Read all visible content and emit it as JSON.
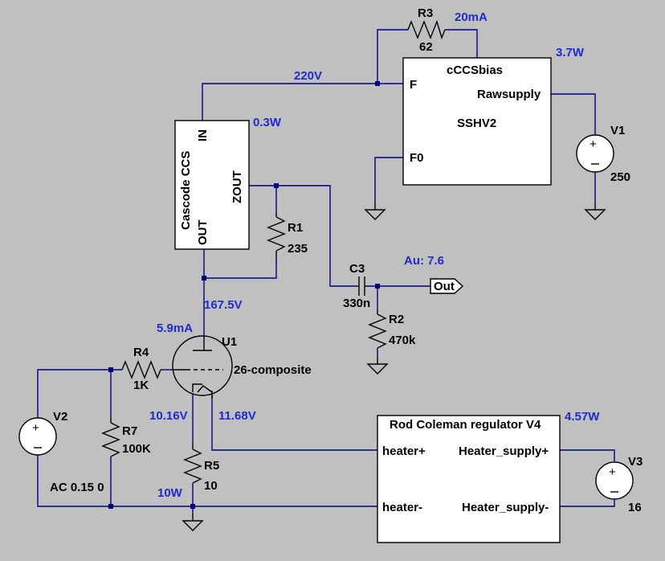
{
  "colors": {
    "background": "#c0c0c0",
    "wire": "#000080",
    "annotation": "#1f2bd0",
    "component_fill": "#ffffff"
  },
  "components": {
    "r3": {
      "ref": "R3",
      "value": "62"
    },
    "r1": {
      "ref": "R1",
      "value": "235"
    },
    "r2": {
      "ref": "R2",
      "value": "470k"
    },
    "r4": {
      "ref": "R4",
      "value": "1K"
    },
    "r5": {
      "ref": "R5",
      "value": "10"
    },
    "r7": {
      "ref": "R7",
      "value": "100K"
    },
    "c3": {
      "ref": "C3",
      "value": "330n"
    },
    "v1": {
      "ref": "V1",
      "value": "250"
    },
    "v2": {
      "ref": "V2",
      "value": "AC 0.15 0"
    },
    "v3": {
      "ref": "V3",
      "value": "16"
    },
    "u1": {
      "ref": "U1",
      "value": "26-composite"
    }
  },
  "blocks": {
    "sshv2": {
      "name": "SSHV2",
      "pin_bias": "cCCSbias",
      "pin_f": "F",
      "pin_f0": "F0",
      "pin_raw": "Rawsupply"
    },
    "ccs": {
      "name": "Cascode CCS",
      "pin_in": "IN",
      "pin_zout": "ZOUT",
      "pin_out": "OUT"
    },
    "regulator": {
      "name": "Rod Coleman regulator V4",
      "pin_hplus": "heater+",
      "pin_hminus": "heater-",
      "pin_splus": "Heater_supply+",
      "pin_sminus": "Heater_supply-"
    }
  },
  "net_label": {
    "out": "Out"
  },
  "annotations": {
    "r3_current": "20mA",
    "sshv2_power": "3.7W",
    "rail_voltage": "220V",
    "ccs_power": "0.3W",
    "gain": "Au: 7.6",
    "plate_voltage": "167.5V",
    "tube_current": "5.9mA",
    "cathode_voltage_1": "10.16V",
    "cathode_voltage_2": "11.68V",
    "regulator_power": "4.57W",
    "r5_power": "10W"
  }
}
